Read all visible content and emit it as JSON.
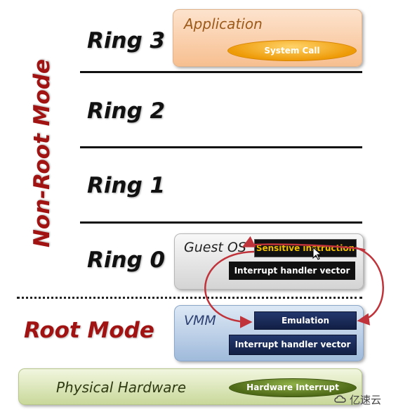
{
  "modes": {
    "non_root": "Non-Root Mode",
    "root": "Root Mode"
  },
  "rings": [
    "Ring 3",
    "Ring 2",
    "Ring 1",
    "Ring 0"
  ],
  "application": {
    "title": "Application",
    "system_call": "System Call"
  },
  "guest_os": {
    "title": "Guest OS",
    "sensitive_instruction": "Sensitive instruction",
    "interrupt_handler": "Interrupt handler vector"
  },
  "vmm": {
    "title": "VMM",
    "emulation": "Emulation",
    "interrupt_handler": "Interrupt handler vector"
  },
  "hardware": {
    "title": "Physical Hardware",
    "interrupt": "Hardware Interrupt"
  },
  "watermark": {
    "text": "亿速云",
    "icon": "cloud-logo-icon"
  },
  "colors": {
    "mode_red": "#a11212",
    "arrow_red": "#c0333a",
    "application_bg": "#f7bf90",
    "vmm_bg": "#9fbadb",
    "hardware_bg": "#c9d89a",
    "system_call_pill": "#ee9b08",
    "hardware_pill": "#4f6a17",
    "sensitive_text": "#f0c000"
  }
}
